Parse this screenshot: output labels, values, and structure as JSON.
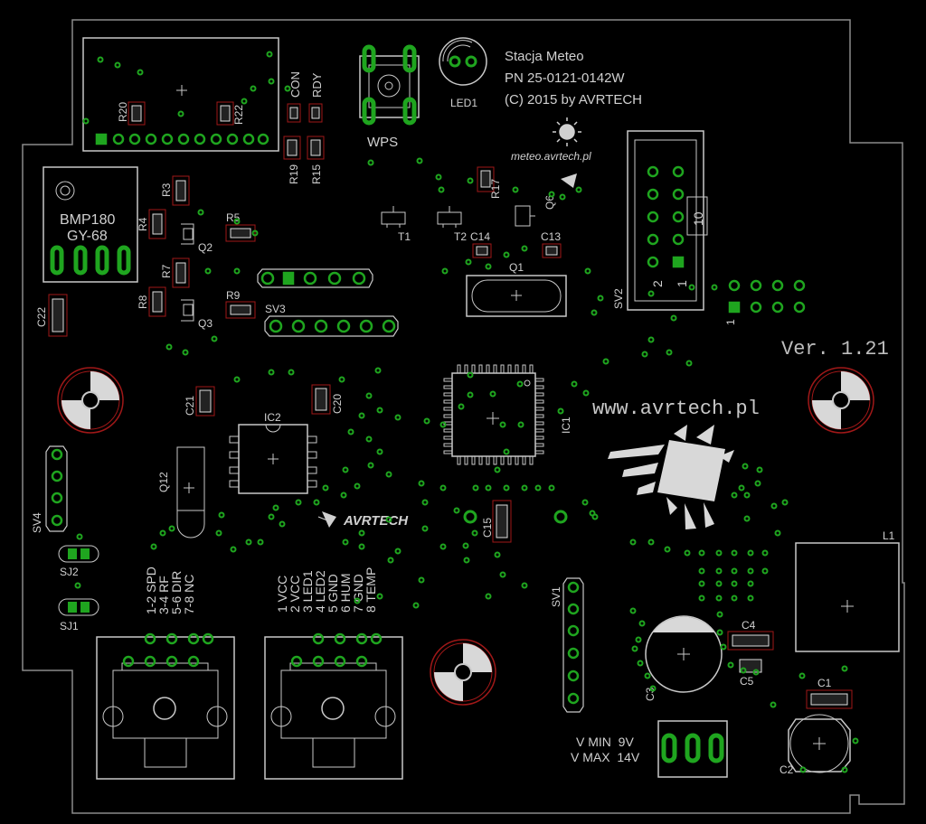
{
  "header": {
    "title": "Stacja Meteo",
    "part_number": "PN 25-0121-0142W",
    "copyright": "(C) 2015 by AVRTECH",
    "url_small": "meteo.avrtech.pl",
    "url_large": "www.avrtech.pl",
    "version": "Ver. 1.21",
    "brand": "AVRTECH"
  },
  "modules": {
    "sensor_name": "BMP180",
    "sensor_board": "GY-68"
  },
  "designators": {
    "led1": "LED1",
    "wps": "WPS",
    "con": "CON",
    "rdy": "RDY",
    "r20": "R20",
    "r22": "R22",
    "r19": "R19",
    "r15": "R15",
    "r17": "R17",
    "r3": "R3",
    "r4": "R4",
    "r5": "R5",
    "r7": "R7",
    "r8": "R8",
    "r9": "R9",
    "q2": "Q2",
    "q3": "Q3",
    "q6": "Q6",
    "q1": "Q1",
    "q12": "Q12",
    "t1": "T1",
    "t2": "T2",
    "c14": "C14",
    "c13": "C13",
    "sv2": "SV2",
    "sv3": "SV3",
    "sv4": "SV4",
    "sv1": "SV1",
    "c22": "C22",
    "c21": "C21",
    "c20": "C20",
    "ic2": "IC2",
    "ic1": "IC1",
    "c15": "C15",
    "sj2": "SJ2",
    "sj1": "SJ1",
    "c3": "C3",
    "c4": "C4",
    "c5": "C5",
    "c1": "C1",
    "c2": "C2",
    "l1": "L1",
    "header_pin1": "1",
    "header_pin2": "2",
    "header_pin10": "10",
    "jumper_pin1": "1"
  },
  "connector_left": {
    "lines": [
      "1-2 SPD",
      "3-4 RF",
      "5-6 DIR",
      "7-8 NC"
    ]
  },
  "connector_right": {
    "lines": [
      "1 VCC",
      "2 VCC",
      "3 LED1",
      "4 LED2",
      "5 GND",
      "6 HUM",
      "7 GND",
      "8 TEMP"
    ]
  },
  "power": {
    "vmin": "V MIN  9V",
    "vmax": "V MAX  14V"
  },
  "colors": {
    "background": "#000000",
    "outline": "#c8c8c8",
    "pad": "#1fa51f",
    "keepout": "#a01818",
    "text": "#d0d0d0"
  }
}
